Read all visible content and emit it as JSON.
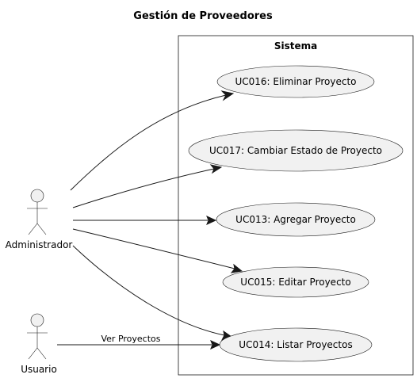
{
  "diagram": {
    "title": "Gestión de Proveedores",
    "system_label": "Sistema",
    "use_cases": {
      "uc016": "UC016: Eliminar Proyecto",
      "uc017": "UC017: Cambiar Estado de Proyecto",
      "uc013": "UC013: Agregar Proyecto",
      "uc015": "UC015: Editar Proyecto",
      "uc014": "UC014: Listar Proyectos"
    },
    "actors": {
      "admin": "Administrador",
      "user": "Usuario"
    },
    "edge_labels": {
      "user_uc014": "Ver Proyectos"
    }
  }
}
